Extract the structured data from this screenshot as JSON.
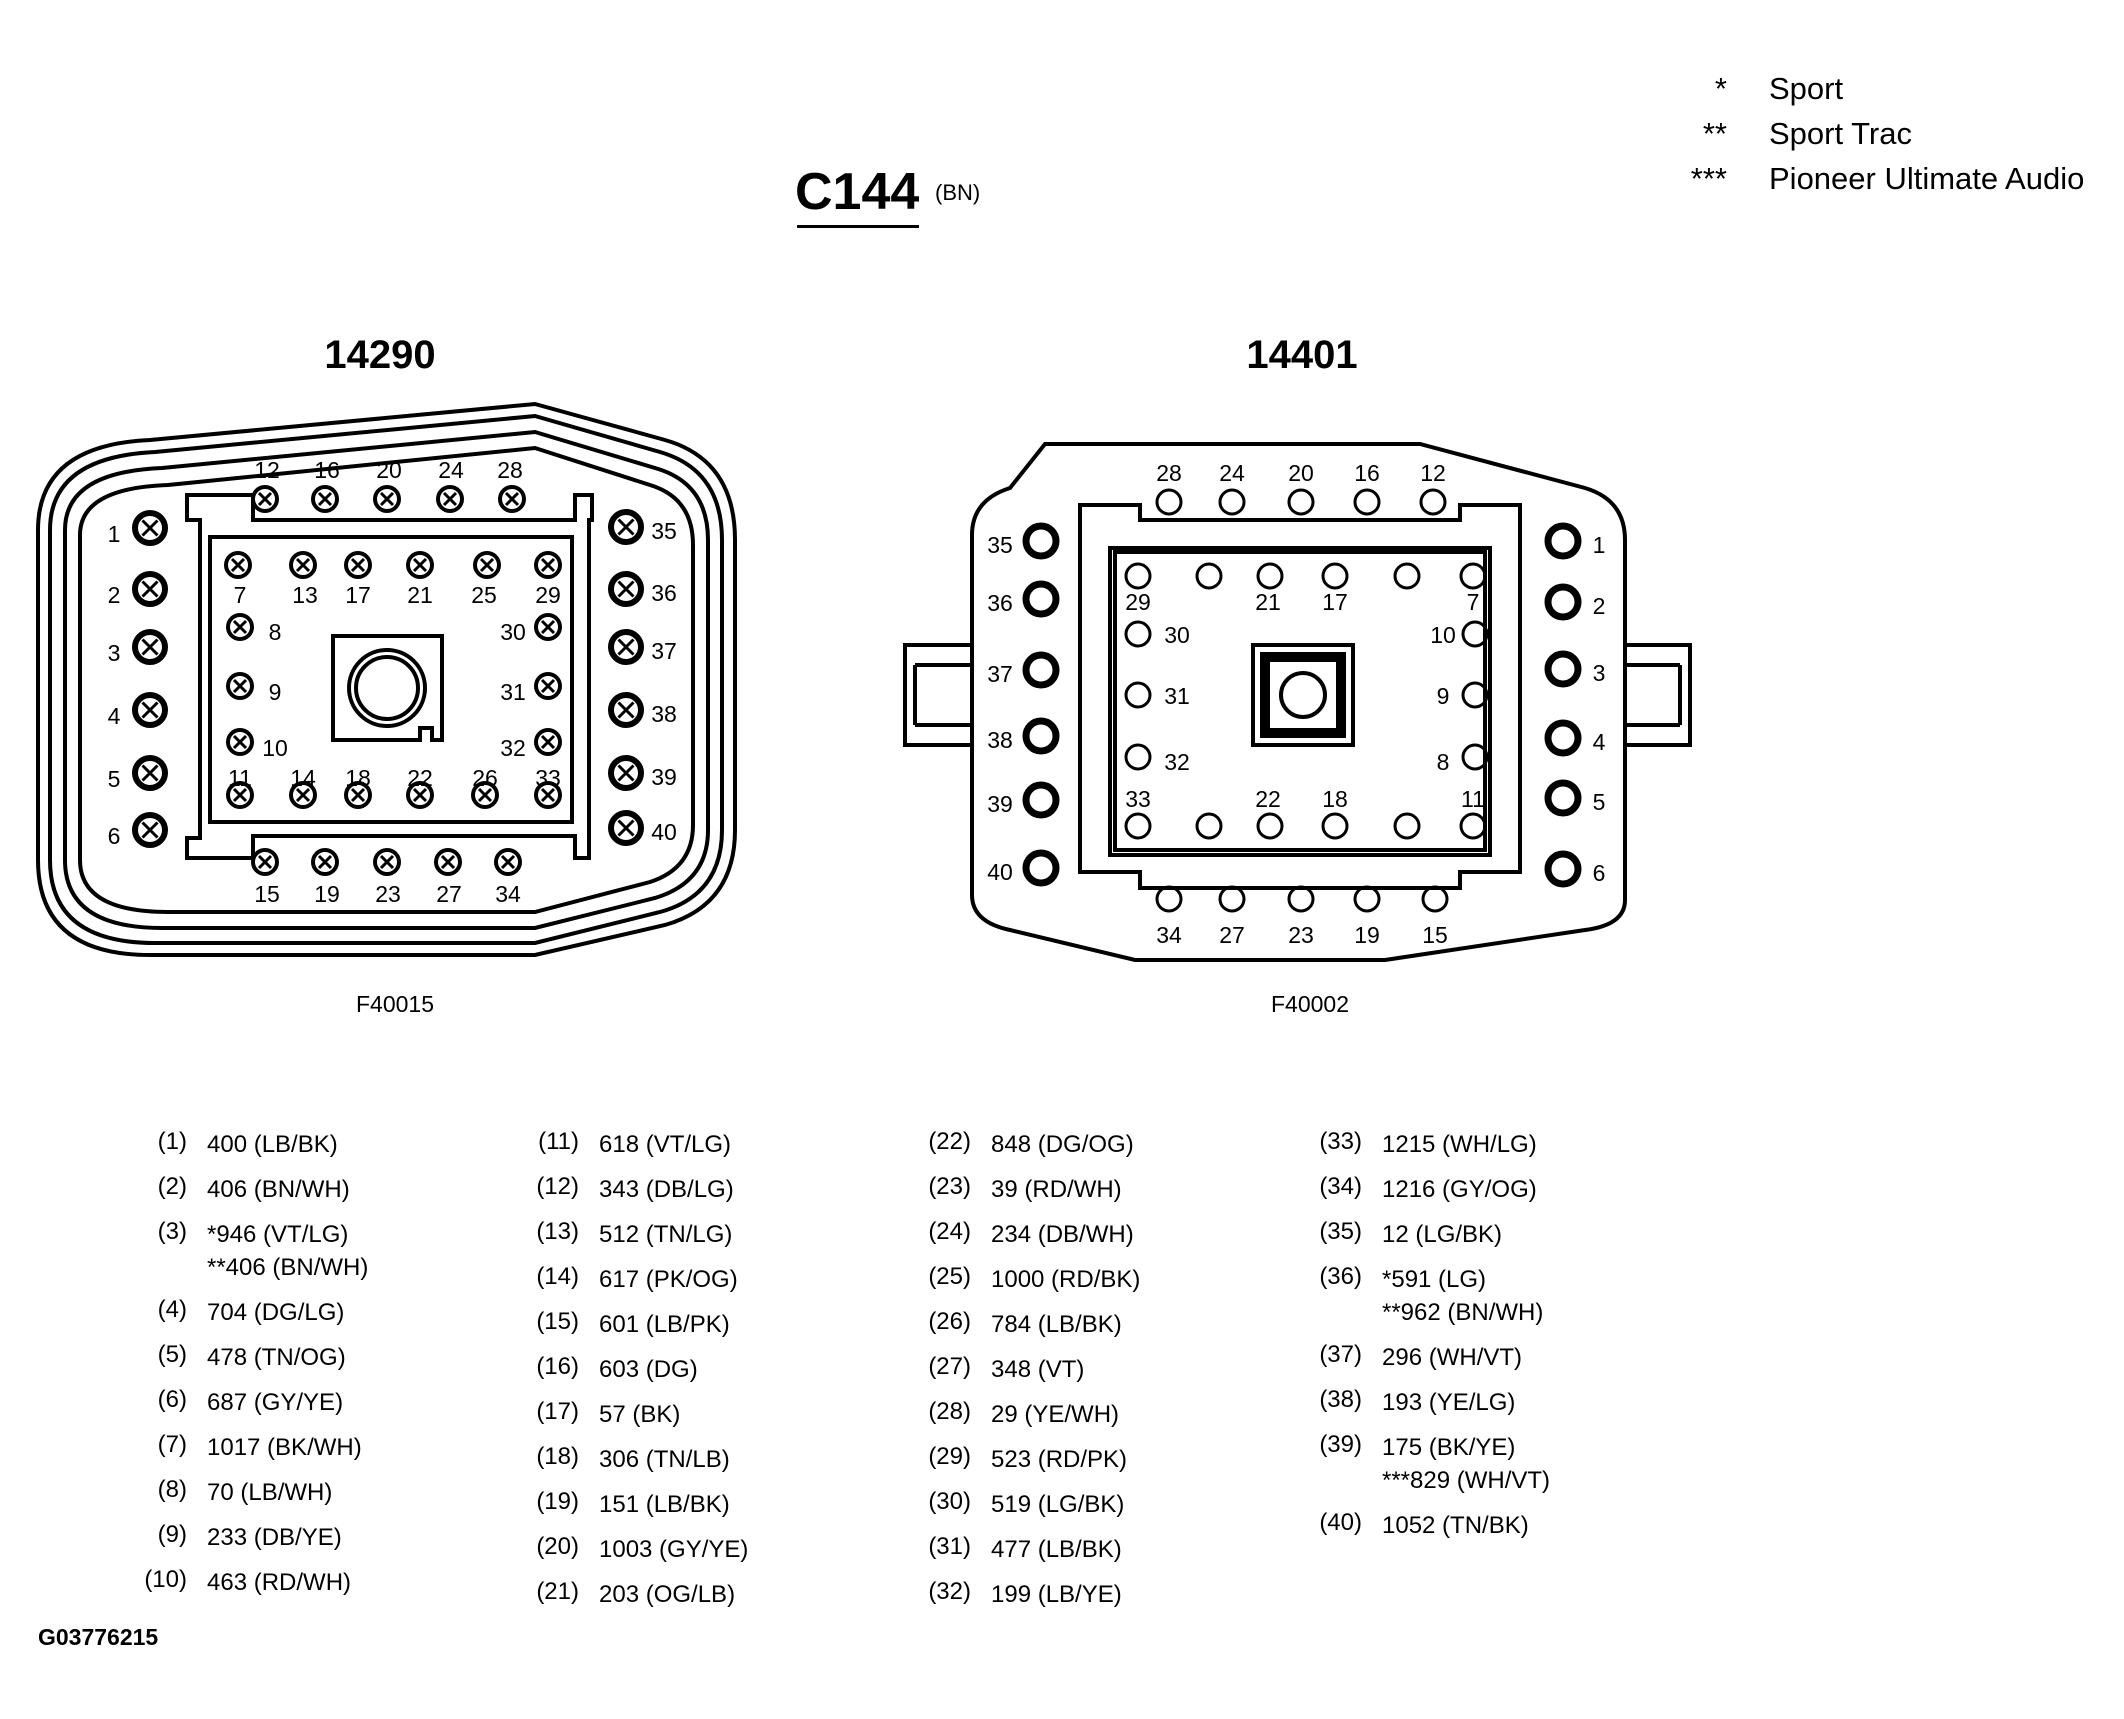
{
  "connector": {
    "name": "C144",
    "color_code": "(BN)"
  },
  "legend": [
    {
      "mark": "*",
      "label": "Sport"
    },
    {
      "mark": "**",
      "label": "Sport Trac"
    },
    {
      "mark": "***",
      "label": "Pioneer Ultimate Audio"
    }
  ],
  "left_connector": {
    "part_number": "14290",
    "figure_code": "F40015"
  },
  "right_connector": {
    "part_number": "14401",
    "figure_code": "F40002"
  },
  "pins": [
    {
      "pin": "(1)",
      "circuits": [
        "400 (LB/BK)"
      ]
    },
    {
      "pin": "(2)",
      "circuits": [
        "406 (BN/WH)"
      ]
    },
    {
      "pin": "(3)",
      "circuits": [
        "*946 (VT/LG)",
        "**406 (BN/WH)"
      ]
    },
    {
      "pin": "(4)",
      "circuits": [
        "704 (DG/LG)"
      ]
    },
    {
      "pin": "(5)",
      "circuits": [
        "478 (TN/OG)"
      ]
    },
    {
      "pin": "(6)",
      "circuits": [
        "687 (GY/YE)"
      ]
    },
    {
      "pin": "(7)",
      "circuits": [
        "1017 (BK/WH)"
      ]
    },
    {
      "pin": "(8)",
      "circuits": [
        "70 (LB/WH)"
      ]
    },
    {
      "pin": "(9)",
      "circuits": [
        "233 (DB/YE)"
      ]
    },
    {
      "pin": "(10)",
      "circuits": [
        "463 (RD/WH)"
      ]
    },
    {
      "pin": "(11)",
      "circuits": [
        "618 (VT/LG)"
      ]
    },
    {
      "pin": "(12)",
      "circuits": [
        "343 (DB/LG)"
      ]
    },
    {
      "pin": "(13)",
      "circuits": [
        "512 (TN/LG)"
      ]
    },
    {
      "pin": "(14)",
      "circuits": [
        "617 (PK/OG)"
      ]
    },
    {
      "pin": "(15)",
      "circuits": [
        "601 (LB/PK)"
      ]
    },
    {
      "pin": "(16)",
      "circuits": [
        "603 (DG)"
      ]
    },
    {
      "pin": "(17)",
      "circuits": [
        "57 (BK)"
      ]
    },
    {
      "pin": "(18)",
      "circuits": [
        "306 (TN/LB)"
      ]
    },
    {
      "pin": "(19)",
      "circuits": [
        "151 (LB/BK)"
      ]
    },
    {
      "pin": "(20)",
      "circuits": [
        "1003 (GY/YE)"
      ]
    },
    {
      "pin": "(21)",
      "circuits": [
        "203 (OG/LB)"
      ]
    },
    {
      "pin": "(22)",
      "circuits": [
        "848 (DG/OG)"
      ]
    },
    {
      "pin": "(23)",
      "circuits": [
        "39 (RD/WH)"
      ]
    },
    {
      "pin": "(24)",
      "circuits": [
        "234 (DB/WH)"
      ]
    },
    {
      "pin": "(25)",
      "circuits": [
        "1000 (RD/BK)"
      ]
    },
    {
      "pin": "(26)",
      "circuits": [
        "784 (LB/BK)"
      ]
    },
    {
      "pin": "(27)",
      "circuits": [
        "348 (VT)"
      ]
    },
    {
      "pin": "(28)",
      "circuits": [
        "29 (YE/WH)"
      ]
    },
    {
      "pin": "(29)",
      "circuits": [
        "523 (RD/PK)"
      ]
    },
    {
      "pin": "(30)",
      "circuits": [
        "519 (LG/BK)"
      ]
    },
    {
      "pin": "(31)",
      "circuits": [
        "477 (LB/BK)"
      ]
    },
    {
      "pin": "(32)",
      "circuits": [
        "199 (LB/YE)"
      ]
    },
    {
      "pin": "(33)",
      "circuits": [
        "1215 (WH/LG)"
      ]
    },
    {
      "pin": "(34)",
      "circuits": [
        "1216 (GY/OG)"
      ]
    },
    {
      "pin": "(35)",
      "circuits": [
        "12 (LG/BK)"
      ]
    },
    {
      "pin": "(36)",
      "circuits": [
        "*591 (LG)",
        "**962 (BN/WH)"
      ]
    },
    {
      "pin": "(37)",
      "circuits": [
        "296 (WH/VT)"
      ]
    },
    {
      "pin": "(38)",
      "circuits": [
        "193 (YE/LG)"
      ]
    },
    {
      "pin": "(39)",
      "circuits": [
        "175 (BK/YE)",
        "***829 (WH/VT)"
      ]
    },
    {
      "pin": "(40)",
      "circuits": [
        "1052 (TN/BK)"
      ]
    }
  ],
  "figure_id": "G03776215"
}
